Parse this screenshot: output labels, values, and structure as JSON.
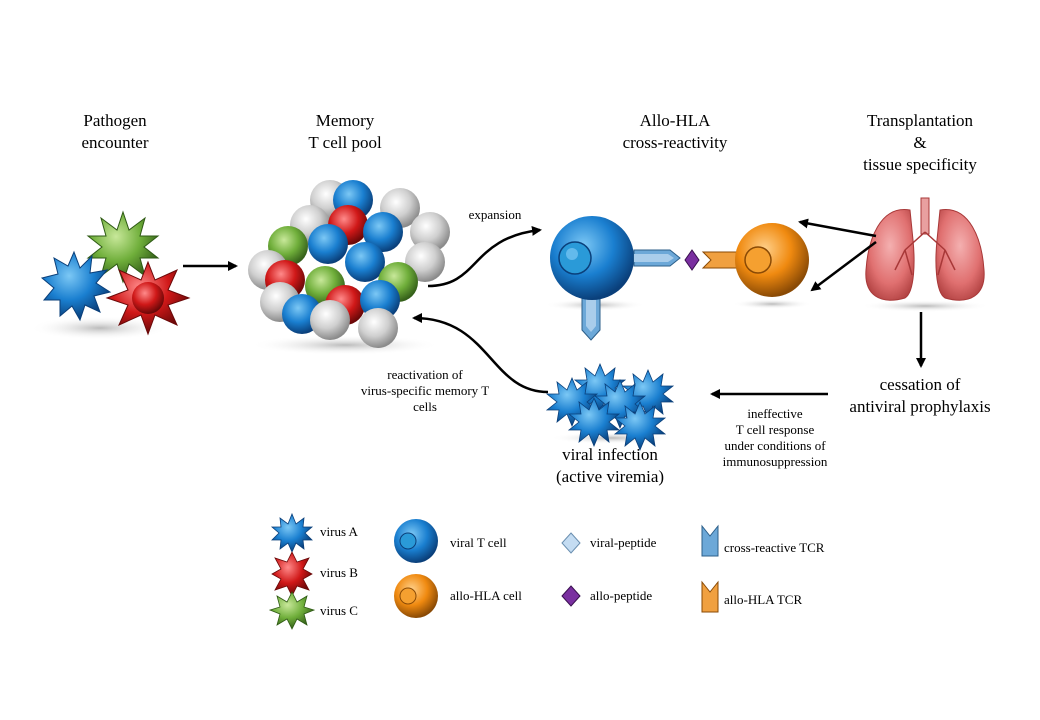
{
  "headers": {
    "pathogen_1": "Pathogen",
    "pathogen_2": "encounter",
    "memory_1": "Memory",
    "memory_2": "T cell pool",
    "allo_1": "Allo-HLA",
    "allo_2": "cross-reactivity",
    "transplant_1": "Transplantation",
    "transplant_2": "&",
    "transplant_3": "tissue specificity"
  },
  "annotations": {
    "expansion": "expansion",
    "reactivation_1": "reactivation of",
    "reactivation_2": "virus-specific memory T",
    "reactivation_3": "cells",
    "viral_infection_1": "viral  infection",
    "viral_infection_2": "(active viremia)",
    "cessation_1": "cessation of",
    "cessation_2": "antiviral  prophylaxis",
    "ineffective_1": "ineffective",
    "ineffective_2": "T cell response",
    "ineffective_3": "under conditions  of",
    "ineffective_4": "immunosuppression"
  },
  "legend": {
    "virus_a": "virus  A",
    "virus_b": "virus  B",
    "virus_c": "virus  C",
    "viral_t_cell": "viral  T  cell",
    "allo_hla_cell": "allo-HLA  cell",
    "viral_peptide": "viral-peptide",
    "allo_peptide": "allo-peptide",
    "cross_reactive_tcr": "cross-reactive  TCR",
    "allo_hla_tcr": "allo-HLA  TCR"
  },
  "colors": {
    "virus_a": "#1f8fd6",
    "virus_b": "#cc1111",
    "virus_c": "#6fae3a",
    "viral_t_cell": "#1a7fd0",
    "allo_hla_cell": "#f08a10",
    "memory_grey": "#c8c8c8",
    "lung": "#e07070",
    "allo_peptide": "#7a2fa0",
    "viral_peptide": "#a8c8e8"
  },
  "icons": [
    "virus-a-icon",
    "virus-b-icon",
    "virus-c-icon",
    "viral-t-cell-icon",
    "allo-hla-cell-icon",
    "viral-peptide-icon",
    "allo-peptide-icon",
    "cross-reactive-tcr-icon",
    "allo-hla-tcr-icon",
    "lung-icon"
  ]
}
